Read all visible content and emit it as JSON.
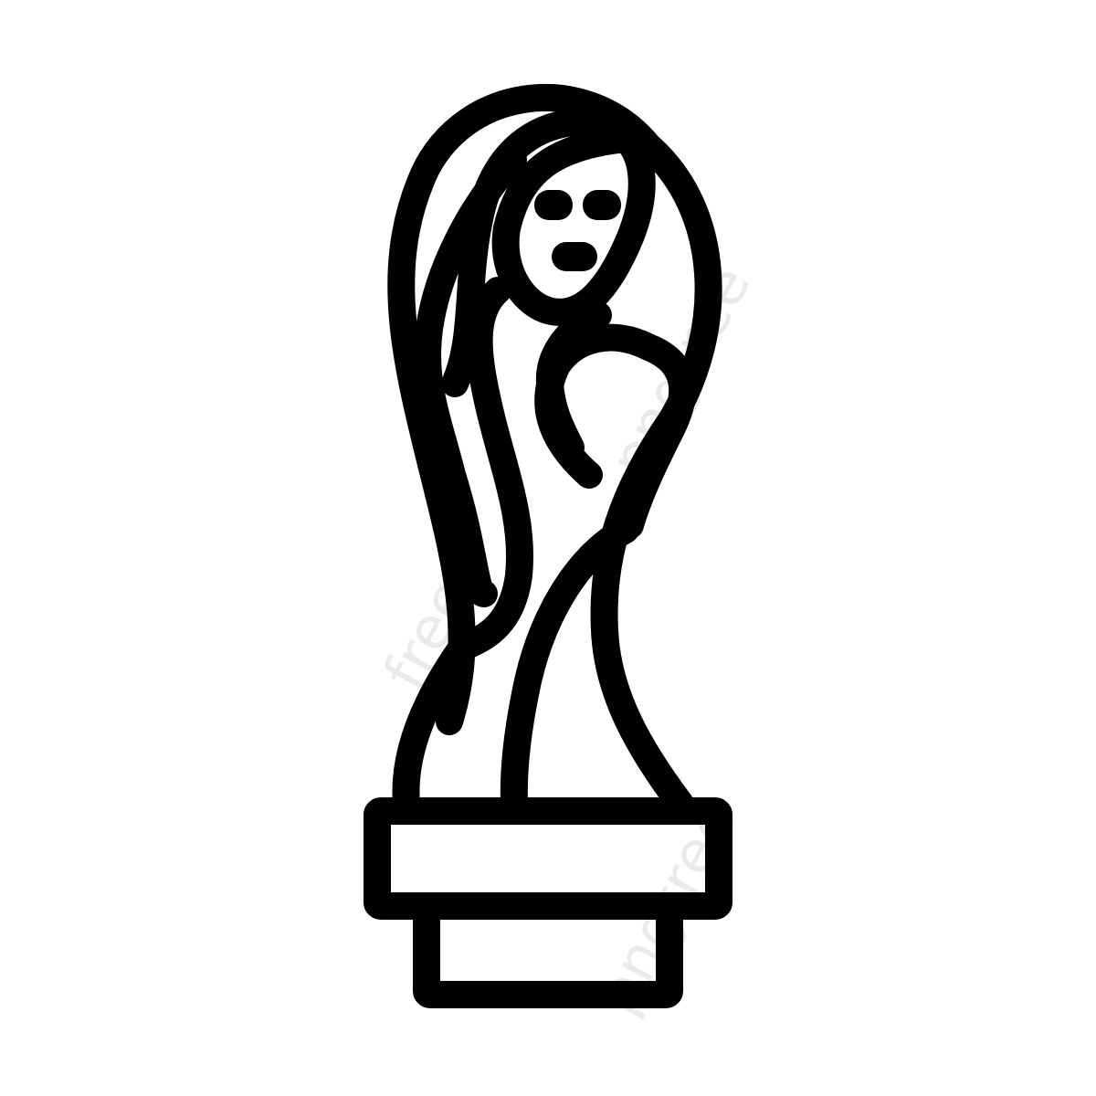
{
  "icon": {
    "name": "woman-statue-icon",
    "stroke_color": "#000000",
    "background_color": "#ffffff"
  },
  "watermark": {
    "text_1": "free",
    "text_2": "pngtree",
    "text_3": "pngtree"
  }
}
